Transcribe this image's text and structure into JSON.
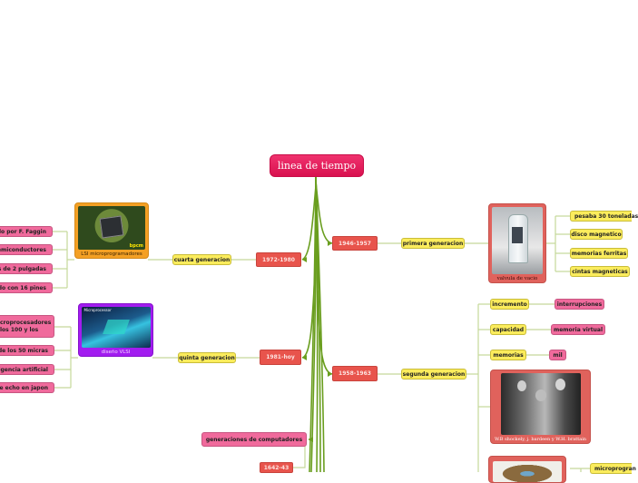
{
  "root": {
    "label": "linea de tiempo",
    "color": "#e81c5c"
  },
  "left": {
    "cuarta": {
      "era": "1972-1980",
      "generation": "cuarta generacion",
      "image_caption": "LSI microprogramadores",
      "image_badge": "bpcm",
      "items": [
        "ido por F. Faggin",
        "semiconductores",
        "s de 2 pulgadas",
        "ado con 16 pines"
      ]
    },
    "quinta": {
      "era": "1981-hoy",
      "generation": "quinta generacion",
      "image_caption": "diseño VLSI",
      "image_header": "Microprocessor",
      "items": [
        "croprocesadores los 100 y los",
        "ade los 50 micras",
        "ligencia artificial",
        "fue echo en japon"
      ]
    },
    "generaciones": {
      "label": "generaciones de computadores"
    },
    "era_1642": {
      "label": "1642-43"
    }
  },
  "right": {
    "primera": {
      "era": "1946-1957",
      "generation": "primera generacion",
      "image_caption": "valvula de vacio",
      "items": [
        "pesaba 30 toneladas",
        "disco magnetico",
        "memorias ferritas",
        "cintas magneticas"
      ]
    },
    "segunda": {
      "era": "1958-1963",
      "generation": "segunda generacion",
      "image_caption": "W.B shockely, j. bardeen y W.H. brattain",
      "items": [
        {
          "label": "incremento",
          "child": "interrupciones"
        },
        {
          "label": "capacidad",
          "child": "memoria virtual"
        },
        {
          "label": "memorias",
          "child": "mil"
        }
      ]
    },
    "tercera": {
      "partial_label": "microprogran"
    }
  },
  "colors": {
    "branch_green": "#6a9e1f",
    "connector_light": "#c5d89a",
    "era_red": "#e8544c",
    "gen_yellow": "#fbec5c",
    "leaf_pink": "#f06a9c",
    "card_orange": "#f4a024",
    "card_purple": "#a21cf0",
    "card_red": "#e0625c"
  }
}
